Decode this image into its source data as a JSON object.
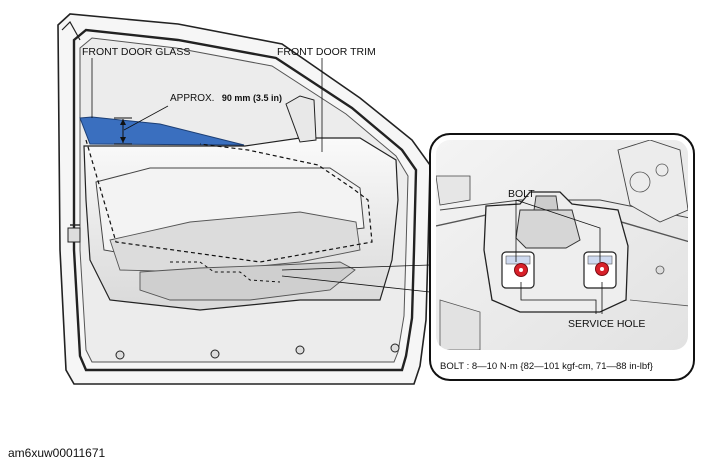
{
  "labels": {
    "front_door_glass": "FRONT DOOR GLASS",
    "front_door_trim": "FRONT DOOR TRIM",
    "approx_prefix": "APPROX.",
    "approx_value": "90 mm (3.5 in)",
    "bolt": "BOLT",
    "service_hole": "SERVICE HOLE",
    "torque_spec": "BOLT : 8—10 N·m {82—101 kgf-cm, 71—88 in-lbf}"
  },
  "document_id": "am6xuw00011671",
  "colors": {
    "glass": "#3a6fbf",
    "bolt_marker": "#d8202a",
    "line": "#222222",
    "panel_fill": "#f1f1f1"
  }
}
